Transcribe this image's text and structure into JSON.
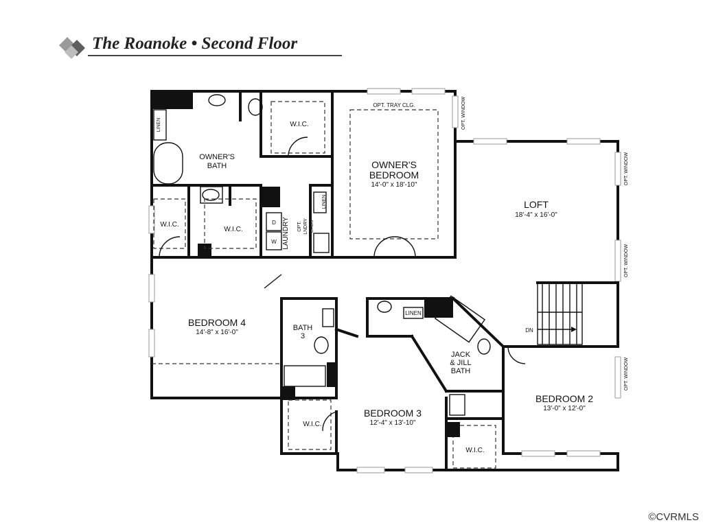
{
  "header": {
    "title": "The Roanoke • Second Floor"
  },
  "footer": {
    "copyright": "©CVRMLS"
  },
  "plan": {
    "rooms": [
      {
        "id": "owners-bath",
        "name": "OWNER'S",
        "name2": "BATH"
      },
      {
        "id": "owners-bedroom",
        "name": "OWNER'S",
        "name2": "BEDROOM",
        "dims": "14'-0\" x 18'-10\""
      },
      {
        "id": "loft",
        "name": "LOFT",
        "dims": "18'-4\" x 16'-0\""
      },
      {
        "id": "bedroom-4",
        "name": "BEDROOM 4",
        "dims": "14'-8\" x 16'-0\""
      },
      {
        "id": "bath-3",
        "name": "BATH",
        "name2": "3"
      },
      {
        "id": "bedroom-3",
        "name": "BEDROOM 3",
        "dims": "12'-4\" x 13'-10\""
      },
      {
        "id": "jack-jill-bath",
        "name": "JACK",
        "name2": "& JILL",
        "name3": "BATH"
      },
      {
        "id": "bedroom-2",
        "name": "BEDROOM 2",
        "dims": "13'-0\" x 12'-0\""
      }
    ],
    "labels": {
      "opt_tray": "OPT. TRAY CLG.",
      "opt_window": "OPT. WINDOW",
      "wic": "W.I.C.",
      "linen": "LINEN",
      "laundry": "LAUNDRY",
      "opt_lndry_cabs_1": "OPT.",
      "opt_lndry_cabs_2": "LNDRY",
      "opt_lndry_cabs_3": "CABS",
      "dryer": "D",
      "washer": "W",
      "down": "DN"
    }
  }
}
